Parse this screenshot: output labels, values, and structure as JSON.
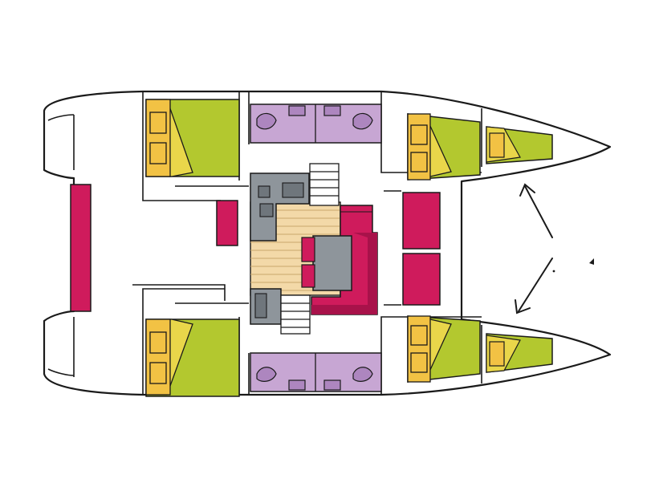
{
  "diagram": {
    "type": "catamaran-deck-layout",
    "orientation": "bow-right",
    "hulls": 2,
    "cabins": 4,
    "bathrooms": 2,
    "forepeak_berths": 2,
    "colors": {
      "outline": "#1a1a1a",
      "hull_fill": "#ffffff",
      "berth": "#b3c82f",
      "berth_fold": "#e9d64a",
      "pillow": "#f2c244",
      "pillow_edge": "#7a5a12",
      "bathroom": "#c7a6d3",
      "bathroom_fixture": "#ad86bf",
      "seating": "#cf1b5c",
      "seating_shade": "#a8124a",
      "galley": "#8e959b",
      "galley_dark": "#6f767c",
      "floor": "#f3d9a8",
      "floor_line": "#c9a66b",
      "steps": "#ffffff"
    },
    "icons": [
      "trampoline-arrow-up-icon",
      "trampoline-arrow-down-icon"
    ]
  }
}
